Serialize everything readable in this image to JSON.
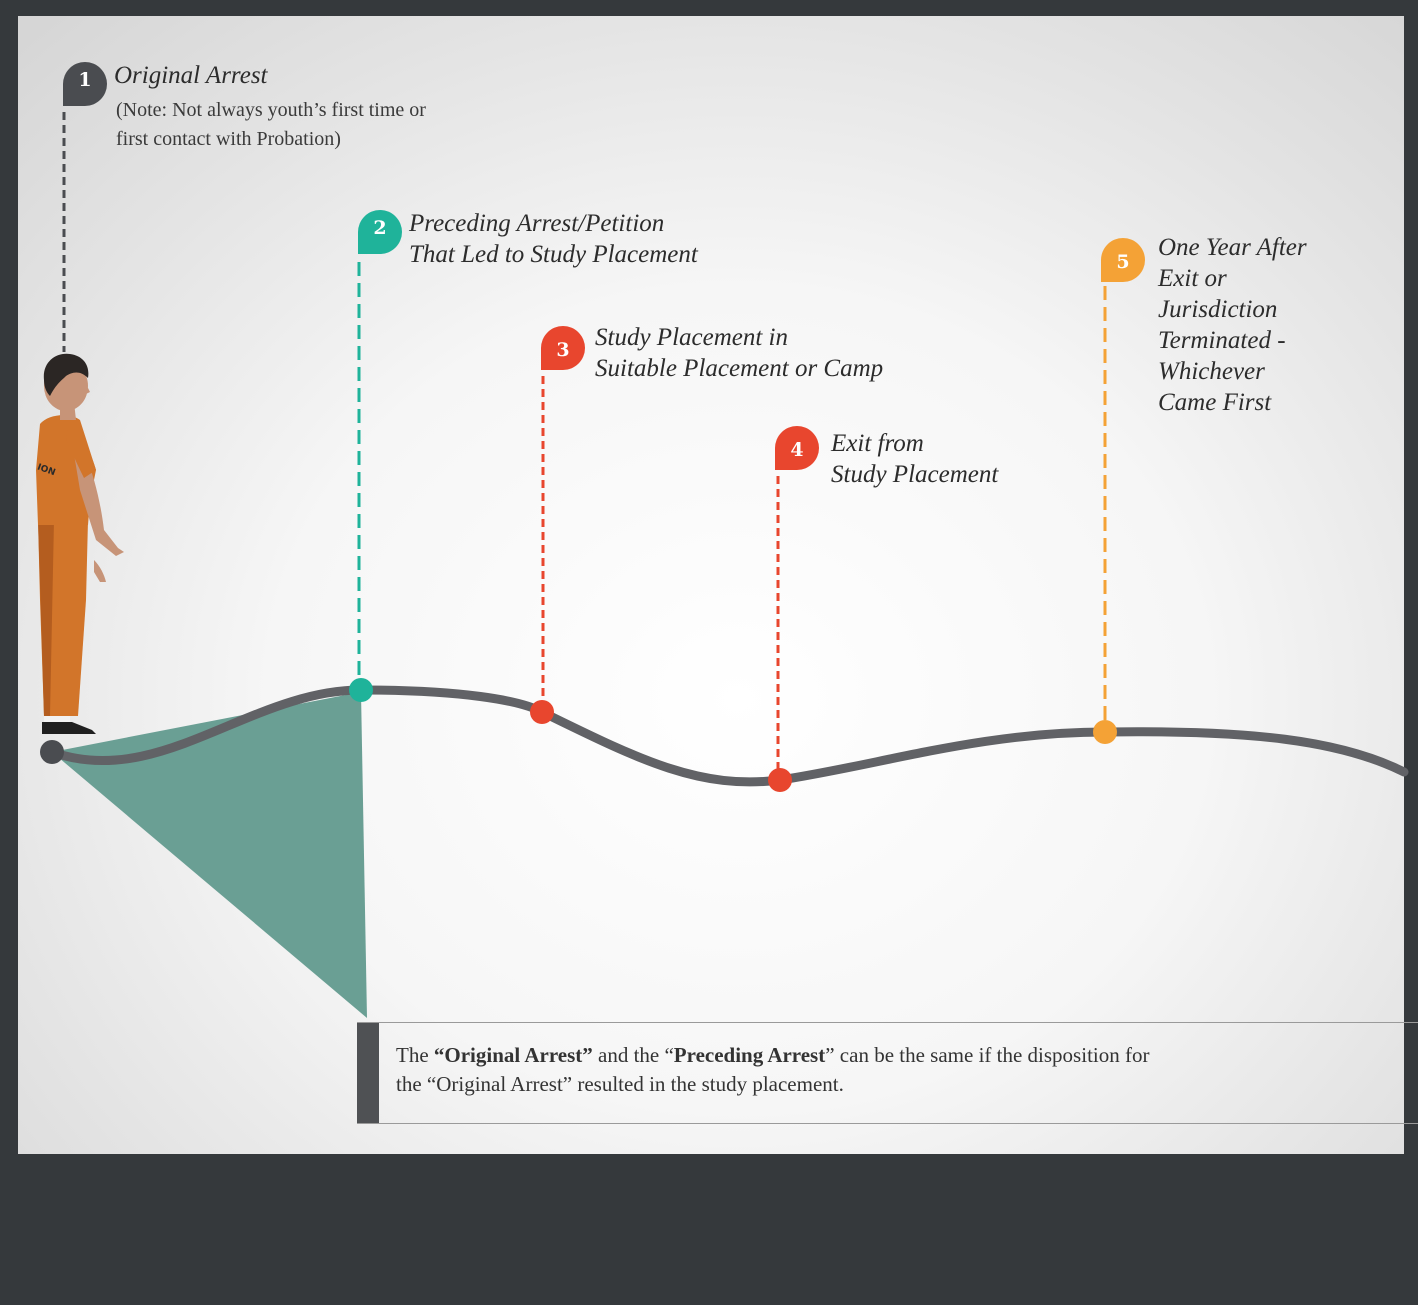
{
  "milestones": [
    {
      "num": "1",
      "title_lines": [
        "Original Arrest"
      ],
      "color": "#4a4c50",
      "note_lines": [
        "(Note: Not always youth’s first time or",
        "first contact with Probation)"
      ]
    },
    {
      "num": "2",
      "title_lines": [
        "Preceding Arrest/Petition",
        "That Led to Study Placement"
      ],
      "color": "#1fb39a"
    },
    {
      "num": "3",
      "title_lines": [
        "Study Placement in",
        "Suitable Placement or Camp"
      ],
      "color": "#e8462e"
    },
    {
      "num": "4",
      "title_lines": [
        "Exit from",
        "Study Placement"
      ],
      "color": "#e8462e"
    },
    {
      "num": "5",
      "title_lines": [
        "One Year After",
        "Exit or",
        "Jurisdiction",
        "Terminated -",
        "Whichever",
        "Came First"
      ],
      "color": "#f4a236"
    }
  ],
  "callout": {
    "pre": "The ",
    "bold1": "“Original Arrest”",
    "mid": " and the “",
    "bold2": "Preceding Arrest",
    "post": "” can be the same if the disposition for",
    "line2": "the “Original Arrest” resulted in the study placement."
  },
  "figure": {
    "uniform_label": "ION",
    "uniform_color": "#d2752a",
    "wedge_color": "#6a9f94",
    "path_color": "#616266"
  }
}
